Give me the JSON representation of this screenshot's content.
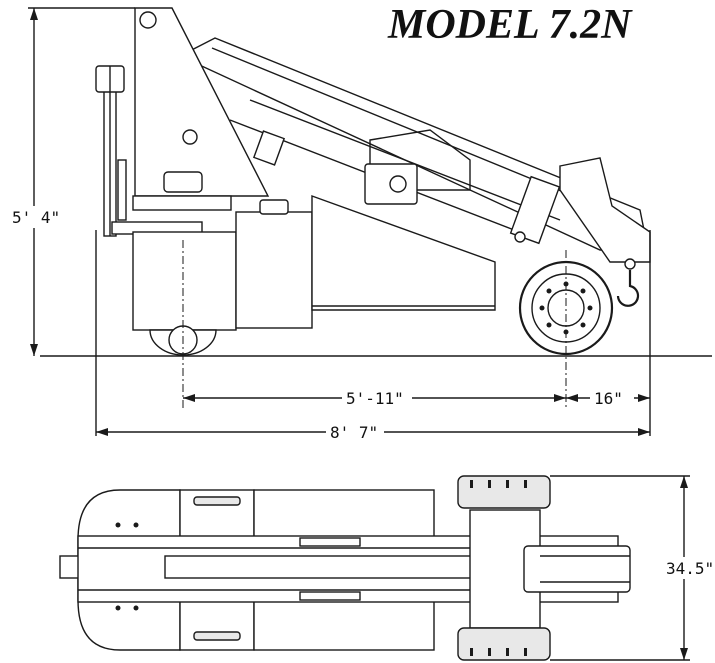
{
  "title": "MODEL 7.2N",
  "dimensions": {
    "overall_height": "5' 4\"",
    "wheelbase": "5'-11\"",
    "rear_overhang": "16\"",
    "overall_length": "8' 7\"",
    "overall_width": "34.5\""
  },
  "views": [
    "side-elevation",
    "top-plan"
  ]
}
